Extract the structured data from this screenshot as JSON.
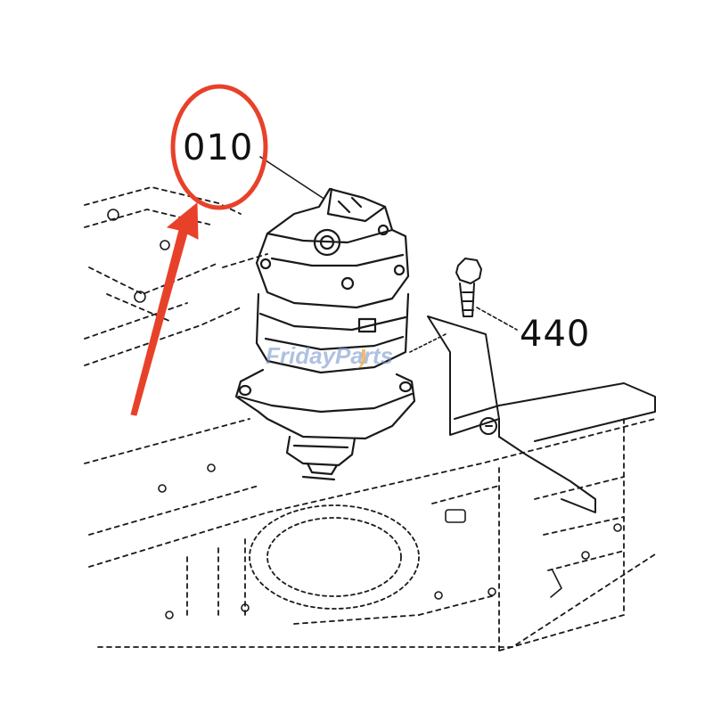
{
  "callouts": {
    "part_010": "010",
    "part_440": "440"
  },
  "watermark": {
    "part1": "Friday",
    "part2": "Parts"
  },
  "colors": {
    "highlight": "#e8412a",
    "line_art": "#1a1a1a",
    "watermark_blue": "#6f8fc8",
    "watermark_orange": "#f0a030"
  },
  "icons": {
    "highlight_ring": "red-circle-icon",
    "pointer": "red-arrow-icon"
  }
}
